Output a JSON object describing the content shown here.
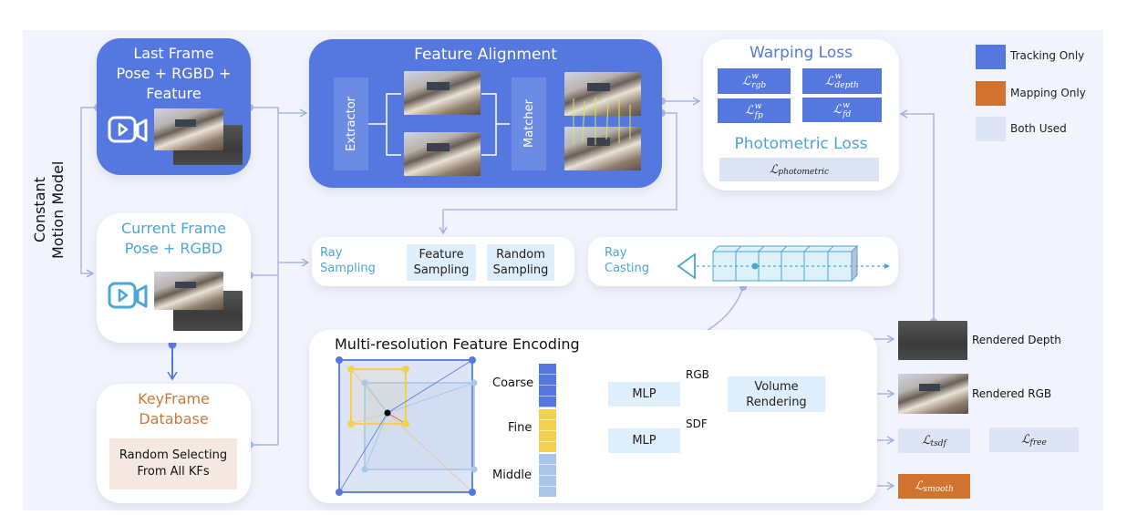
{
  "side_label": [
    "Constant",
    "Motion Model"
  ],
  "last_frame": {
    "title_lines": [
      "Last Frame",
      "Pose + RGBD +",
      "Feature"
    ],
    "icon": "video-camera-icon"
  },
  "current_frame": {
    "title_lines": [
      "Current Frame",
      "Pose + RGBD"
    ],
    "icon": "video-camera-icon"
  },
  "keyframe_db": {
    "title_lines": [
      "KeyFrame",
      "Database"
    ],
    "box_lines": [
      "Random Selecting",
      "From All KFs"
    ]
  },
  "feature_alignment": {
    "title": "Feature Alignment",
    "extractor": "Extractor",
    "matcher": "Matcher"
  },
  "warping_loss": {
    "title": "Warping Loss",
    "terms": [
      {
        "base": "ℒ",
        "sup": "w",
        "sub": "rgb"
      },
      {
        "base": "ℒ",
        "sup": "w",
        "sub": "depth"
      },
      {
        "base": "ℒ",
        "sup": "w",
        "sub": "fp"
      },
      {
        "base": "ℒ",
        "sup": "w",
        "sub": "fd"
      }
    ]
  },
  "photometric_loss": {
    "title": "Photometric Loss",
    "term": {
      "base": "ℒ",
      "sub": "photometric"
    }
  },
  "legend": [
    {
      "label": "Tracking Only",
      "color": "#5478e0"
    },
    {
      "label": "Mapping Only",
      "color": "#d2722f"
    },
    {
      "label": "Both Used",
      "color": "#dde4f6"
    }
  ],
  "ray_sampling": {
    "title_lines": [
      "Ray",
      "Sampling"
    ],
    "feature_lines": [
      "Feature",
      "Sampling"
    ],
    "random_lines": [
      "Random",
      "Sampling"
    ]
  },
  "ray_casting": {
    "title_lines": [
      "Ray",
      "Casting"
    ]
  },
  "encoding": {
    "title": "Multi-resolution Feature Encoding",
    "levels": [
      "Coarse",
      "Fine",
      "Middle"
    ],
    "mlp": "MLP",
    "rgb_label": "RGB",
    "sdf_label": "SDF",
    "volume_lines": [
      "Volume",
      "Rendering"
    ]
  },
  "outputs": {
    "rendered_depth": "Rendered Depth",
    "rendered_rgb": "Rendered RGB",
    "tsdf": {
      "base": "ℒ",
      "sub": "tsdf"
    },
    "free": {
      "base": "ℒ",
      "sub": "free"
    },
    "smooth": {
      "base": "ℒ",
      "sub": "smooth"
    }
  },
  "colors": {
    "tracking": "#5478e0",
    "mapping": "#d2722f",
    "both": "#dde4f6",
    "cyan": "#4aa6d6",
    "yellow": "#f3d04e"
  }
}
